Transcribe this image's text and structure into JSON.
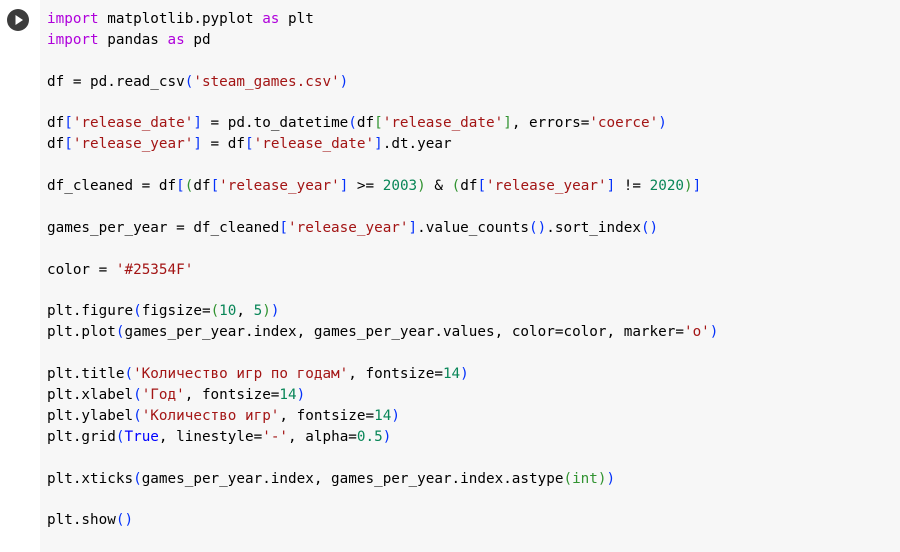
{
  "run_button": {
    "icon": "play-icon",
    "icon_color": "#ffffff",
    "background": "#3c3c3c"
  },
  "colors": {
    "keyword": "#af00db",
    "string": "#a31515",
    "number": "#098658",
    "builtin": "#0000ff",
    "paren": "#0431fa",
    "paren_nested": "#319331",
    "editor_background": "#f7f7f7"
  },
  "code_lines": [
    [
      [
        "keyword",
        "import"
      ],
      [
        "plain",
        " matplotlib.pyplot "
      ],
      [
        "keyword",
        "as"
      ],
      [
        "plain",
        " plt"
      ]
    ],
    [
      [
        "keyword",
        "import"
      ],
      [
        "plain",
        " pandas "
      ],
      [
        "keyword",
        "as"
      ],
      [
        "plain",
        " pd"
      ]
    ],
    [],
    [
      [
        "plain",
        "df = pd.read_csv"
      ],
      [
        "paren",
        "("
      ],
      [
        "string",
        "'steam_games.csv'"
      ],
      [
        "paren",
        ")"
      ]
    ],
    [],
    [
      [
        "plain",
        "df"
      ],
      [
        "paren",
        "["
      ],
      [
        "string",
        "'release_date'"
      ],
      [
        "paren",
        "]"
      ],
      [
        "plain",
        " = pd.to_datetime"
      ],
      [
        "paren",
        "("
      ],
      [
        "plain",
        "df"
      ],
      [
        "paren2",
        "["
      ],
      [
        "string",
        "'release_date'"
      ],
      [
        "paren2",
        "]"
      ],
      [
        "plain",
        ", errors="
      ],
      [
        "string",
        "'coerce'"
      ],
      [
        "paren",
        ")"
      ]
    ],
    [
      [
        "plain",
        "df"
      ],
      [
        "paren",
        "["
      ],
      [
        "string",
        "'release_year'"
      ],
      [
        "paren",
        "]"
      ],
      [
        "plain",
        " = df"
      ],
      [
        "paren",
        "["
      ],
      [
        "string",
        "'release_date'"
      ],
      [
        "paren",
        "]"
      ],
      [
        "plain",
        ".dt.year"
      ]
    ],
    [],
    [
      [
        "plain",
        "df_cleaned = df"
      ],
      [
        "paren",
        "["
      ],
      [
        "paren2",
        "("
      ],
      [
        "plain",
        "df"
      ],
      [
        "paren",
        "["
      ],
      [
        "string",
        "'release_year'"
      ],
      [
        "paren",
        "]"
      ],
      [
        "plain",
        " >= "
      ],
      [
        "number",
        "2003"
      ],
      [
        "paren2",
        ")"
      ],
      [
        "plain",
        " & "
      ],
      [
        "paren2",
        "("
      ],
      [
        "plain",
        "df"
      ],
      [
        "paren",
        "["
      ],
      [
        "string",
        "'release_year'"
      ],
      [
        "paren",
        "]"
      ],
      [
        "plain",
        " != "
      ],
      [
        "number",
        "2020"
      ],
      [
        "paren2",
        ")"
      ],
      [
        "paren",
        "]"
      ]
    ],
    [],
    [
      [
        "plain",
        "games_per_year = df_cleaned"
      ],
      [
        "paren",
        "["
      ],
      [
        "string",
        "'release_year'"
      ],
      [
        "paren",
        "]"
      ],
      [
        "plain",
        ".value_counts"
      ],
      [
        "paren",
        "()"
      ],
      [
        "plain",
        ".sort_index"
      ],
      [
        "paren",
        "()"
      ]
    ],
    [],
    [
      [
        "plain",
        "color = "
      ],
      [
        "string",
        "'#25354F'"
      ]
    ],
    [],
    [
      [
        "plain",
        "plt.figure"
      ],
      [
        "paren",
        "("
      ],
      [
        "plain",
        "figsize="
      ],
      [
        "paren2",
        "("
      ],
      [
        "number",
        "10"
      ],
      [
        "plain",
        ", "
      ],
      [
        "number",
        "5"
      ],
      [
        "paren2",
        ")"
      ],
      [
        "paren",
        ")"
      ]
    ],
    [
      [
        "plain",
        "plt.plot"
      ],
      [
        "paren",
        "("
      ],
      [
        "plain",
        "games_per_year.index, games_per_year.values, color=color, marker="
      ],
      [
        "string",
        "'o'"
      ],
      [
        "paren",
        ")"
      ]
    ],
    [],
    [
      [
        "plain",
        "plt.title"
      ],
      [
        "paren",
        "("
      ],
      [
        "string",
        "'Количество игр по годам'"
      ],
      [
        "plain",
        ", fontsize="
      ],
      [
        "number",
        "14"
      ],
      [
        "paren",
        ")"
      ]
    ],
    [
      [
        "plain",
        "plt.xlabel"
      ],
      [
        "paren",
        "("
      ],
      [
        "string",
        "'Год'"
      ],
      [
        "plain",
        ", fontsize="
      ],
      [
        "number",
        "14"
      ],
      [
        "paren",
        ")"
      ]
    ],
    [
      [
        "plain",
        "plt.ylabel"
      ],
      [
        "paren",
        "("
      ],
      [
        "string",
        "'Количество игр'"
      ],
      [
        "plain",
        ", fontsize="
      ],
      [
        "number",
        "14"
      ],
      [
        "paren",
        ")"
      ]
    ],
    [
      [
        "plain",
        "plt.grid"
      ],
      [
        "paren",
        "("
      ],
      [
        "builtin",
        "True"
      ],
      [
        "plain",
        ", linestyle="
      ],
      [
        "string",
        "'-'"
      ],
      [
        "plain",
        ", alpha="
      ],
      [
        "number",
        "0.5"
      ],
      [
        "paren",
        ")"
      ]
    ],
    [],
    [
      [
        "plain",
        "plt.xticks"
      ],
      [
        "paren",
        "("
      ],
      [
        "plain",
        "games_per_year.index, games_per_year.index.astype"
      ],
      [
        "paren2",
        "("
      ],
      [
        "paren2",
        "int"
      ],
      [
        "paren2",
        ")"
      ],
      [
        "paren",
        ")"
      ]
    ],
    [],
    [
      [
        "plain",
        "plt.show"
      ],
      [
        "paren",
        "()"
      ]
    ]
  ]
}
